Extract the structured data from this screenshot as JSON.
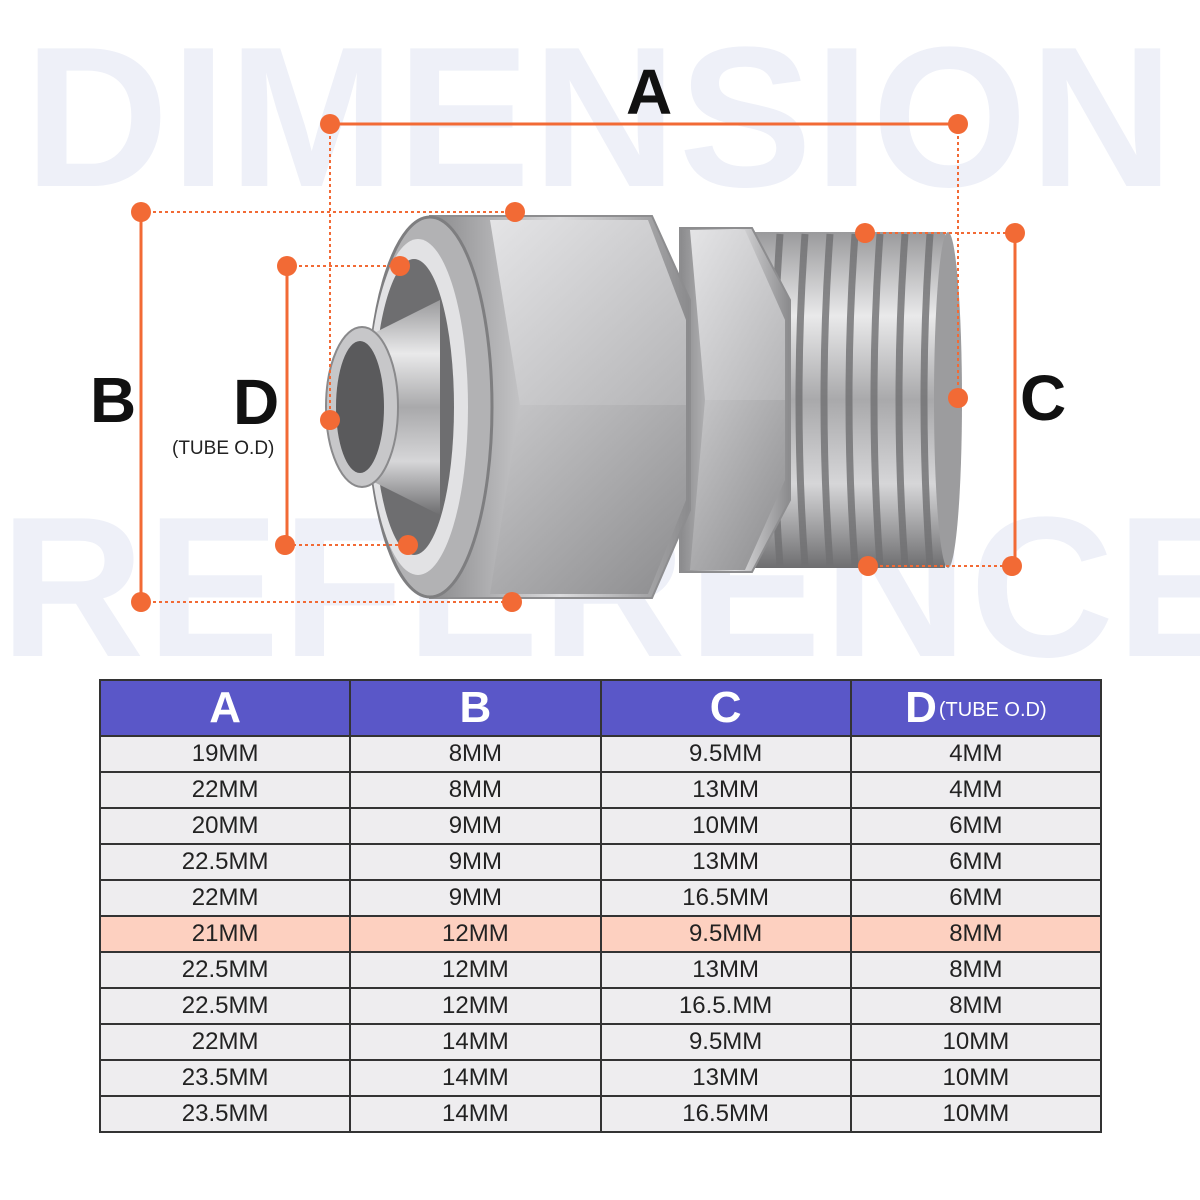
{
  "watermark": {
    "line1": "DIMENSION",
    "line2": "REFERENCE"
  },
  "labels": {
    "a": "A",
    "b": "B",
    "c": "C",
    "d": "D",
    "tube_note": "(TUBE O.D)"
  },
  "colors": {
    "accent": "#f26a35",
    "header": "#5a57c8",
    "highlight": "#fdd0c0"
  },
  "table": {
    "headers": [
      {
        "letter": "A",
        "note": ""
      },
      {
        "letter": "B",
        "note": ""
      },
      {
        "letter": "C",
        "note": ""
      },
      {
        "letter": "D",
        "note": "(TUBE O.D)"
      }
    ],
    "highlight_row": 5,
    "rows": [
      [
        "19MM",
        "8MM",
        "9.5MM",
        "4MM"
      ],
      [
        "22MM",
        "8MM",
        "13MM",
        "4MM"
      ],
      [
        "20MM",
        "9MM",
        "10MM",
        "6MM"
      ],
      [
        "22.5MM",
        "9MM",
        "13MM",
        "6MM"
      ],
      [
        "22MM",
        "9MM",
        "16.5MM",
        "6MM"
      ],
      [
        "21MM",
        "12MM",
        "9.5MM",
        "8MM"
      ],
      [
        "22.5MM",
        "12MM",
        "13MM",
        "8MM"
      ],
      [
        "22.5MM",
        "12MM",
        "16.5.MM",
        "8MM"
      ],
      [
        "22MM",
        "14MM",
        "9.5MM",
        "10MM"
      ],
      [
        "23.5MM",
        "14MM",
        "13MM",
        "10MM"
      ],
      [
        "23.5MM",
        "14MM",
        "16.5MM",
        "10MM"
      ]
    ]
  }
}
